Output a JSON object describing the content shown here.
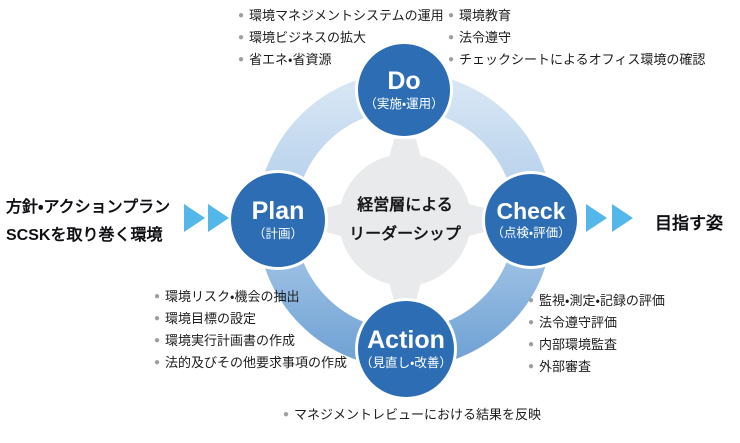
{
  "ui": {
    "bullet_glyph": "●"
  },
  "colors": {
    "node_blue": "#2d6db4",
    "ring_gradient_top": "#d6e5f4",
    "ring_gradient_bottom": "#74a5d6",
    "center_gray": "#e9eaeb",
    "arrow_blue": "#53b7e9",
    "bullet_gray": "#9aa0a6",
    "text_dark": "#1c1c1c"
  },
  "left_label": {
    "line1": "方針・アクションプラン",
    "line2": "SCSKを取り巻く環境"
  },
  "right_label": "目指す姿",
  "center": {
    "line1": "経営層による",
    "line2": "リーダーシップ"
  },
  "nodes": {
    "do": {
      "title": "Do",
      "subtitle": "（実施・運用）"
    },
    "plan": {
      "title": "Plan",
      "subtitle": "（計画）"
    },
    "check": {
      "title": "Check",
      "subtitle": "（点検・評価）"
    },
    "action": {
      "title": "Action",
      "subtitle": "（見直し・改善）"
    }
  },
  "lists": {
    "do_left": [
      "環境マネジメントシステムの運用",
      "環境ビジネスの拡大",
      "省エネ・省資源"
    ],
    "do_right": [
      "環境教育",
      "法令遵守",
      "チェックシートによるオフィス環境の確認"
    ],
    "plan": [
      "環境リスク・機会の抽出",
      "環境目標の設定",
      "環境実行計画書の作成",
      "法的及びその他要求事項の作成"
    ],
    "check": [
      "監視・測定・記録の評価",
      "法令遵守評価",
      "内部環境監査",
      "外部審査"
    ],
    "action": [
      "マネジメントレビューにおける結果を反映"
    ]
  }
}
